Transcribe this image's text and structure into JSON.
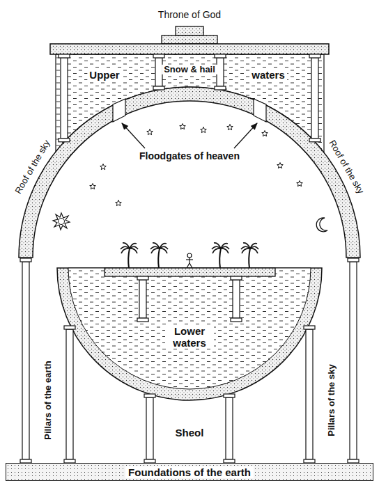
{
  "diagram": {
    "nodes": [
      {
        "text": [
          "Foundations of the earth"
        ]
      }
    ],
    "labels": [
      "Throne of God",
      "Upper",
      "Snow & hail",
      "waters",
      "Floodgates of heaven",
      "Roof of the sky",
      "Roof of the sky",
      "Lower waters",
      "Pillars of the earth",
      "Sheol",
      "Pillars of the sky"
    ]
  }
}
